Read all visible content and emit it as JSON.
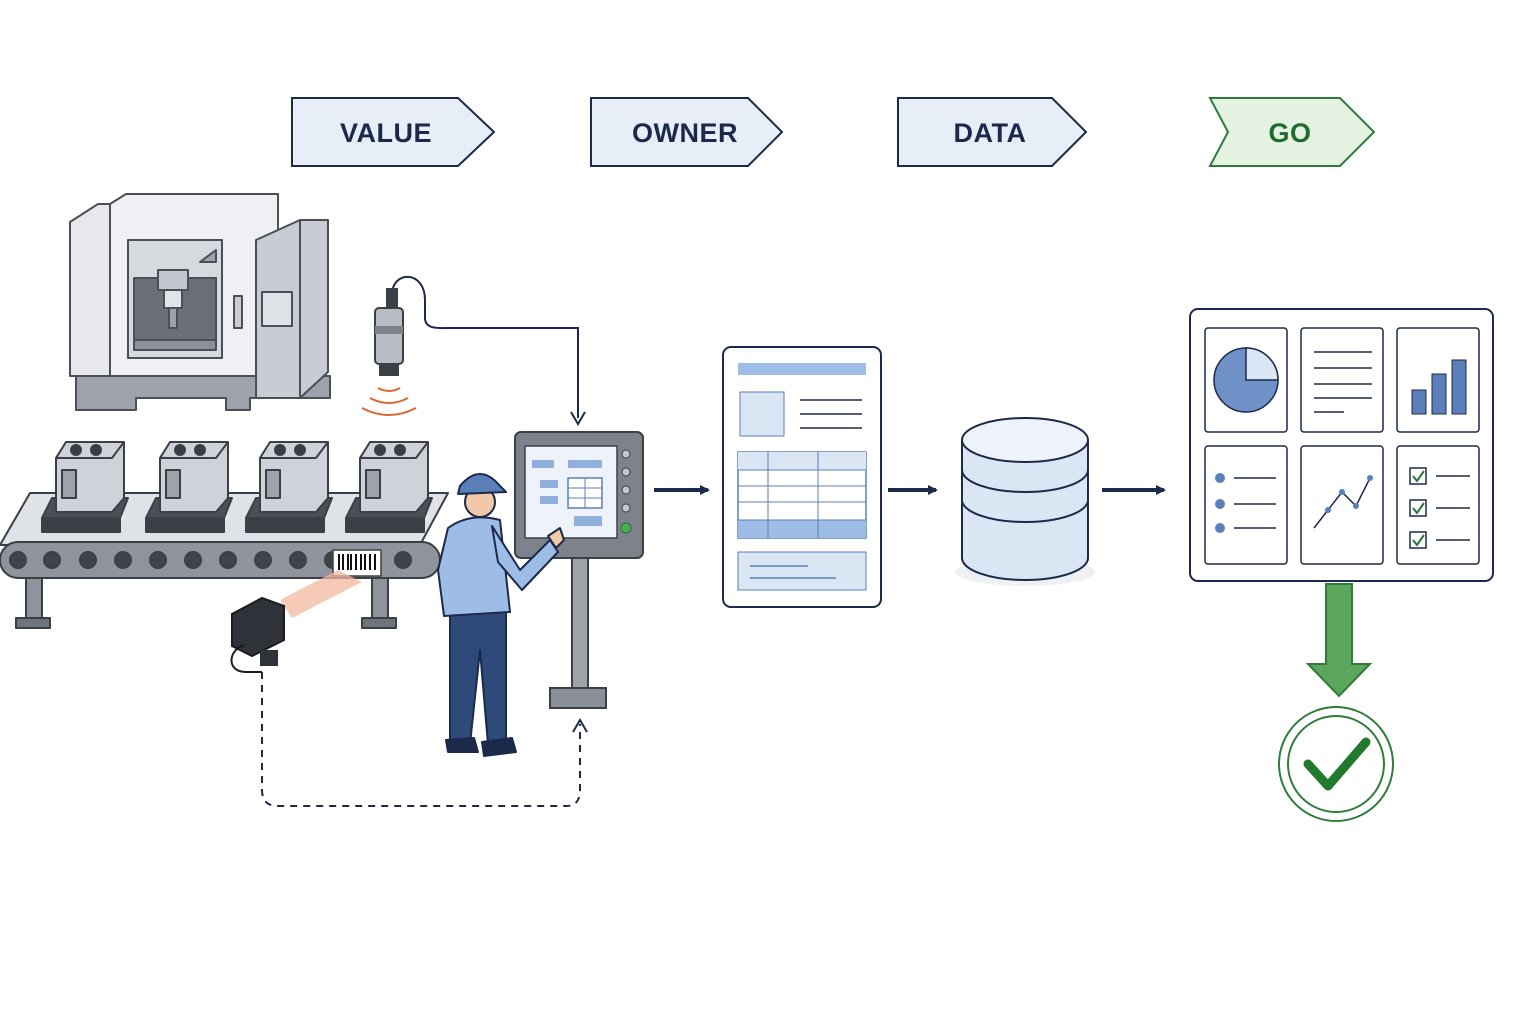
{
  "stages": [
    {
      "label": "VALUE",
      "color": "#1b2a4a",
      "fill": "#e7eef8"
    },
    {
      "label": "OWNER",
      "color": "#1b2a4a",
      "fill": "#e7eef8"
    },
    {
      "label": "DATA",
      "color": "#1b2a4a",
      "fill": "#e7eef8"
    },
    {
      "label": "GO",
      "color": "#1f6b2c",
      "fill": "#e3f2e1"
    }
  ],
  "colors": {
    "navy": "#1b2a4a",
    "accent_blue": "#5b7fb8",
    "light_blue": "#dbe6f5",
    "green": "#4a9a4d",
    "dark_green": "#217a2e",
    "orange": "#d9692f",
    "gray": "#8a8f98"
  },
  "icons": [
    "cnc-machine-icon",
    "conveyor-belt-icon",
    "vibration-sensor-icon",
    "barcode-scanner-icon",
    "operator-figure",
    "hmi-touch-panel-icon",
    "document-form-icon",
    "database-icon",
    "dashboard-icon",
    "go-check-icon"
  ]
}
